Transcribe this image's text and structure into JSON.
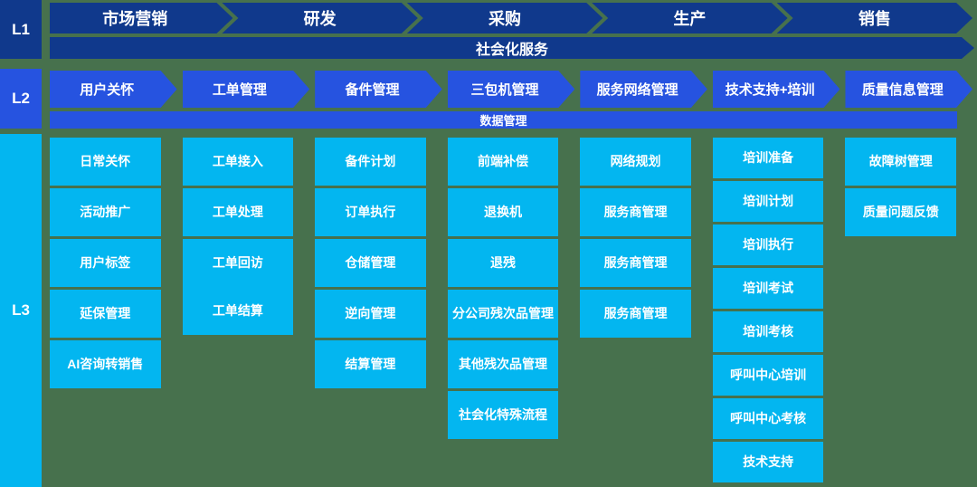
{
  "palette": {
    "bg": "#47714d",
    "navy": "#10398c",
    "blue": "#2653e0",
    "cyan": "#03b6f0",
    "text": "#ffffff"
  },
  "levels": {
    "l1": "L1",
    "l2": "L2",
    "l3": "L3"
  },
  "l1_chevrons": [
    "市场营销",
    "研发",
    "采购",
    "生产",
    "销售"
  ],
  "l1_bar": "社会化服务",
  "l2_chevrons": [
    "用户关怀",
    "工单管理",
    "备件管理",
    "三包机管理",
    "服务网络管理",
    "技术支持+培训",
    "质量信息管理"
  ],
  "l2_bar": "数据管理",
  "l3_columns": [
    {
      "parent": "用户关怀",
      "items": [
        {
          "label": "日常关怀"
        },
        {
          "label": "活动推广"
        },
        {
          "label": "用户标签"
        },
        {
          "label": "延保管理"
        },
        {
          "label": "AI咨询转销售"
        }
      ]
    },
    {
      "parent": "工单管理",
      "items": [
        {
          "label": "工单接入"
        },
        {
          "label": "工单处理"
        },
        {
          "label": "工单回访"
        },
        {
          "label": "工单结算",
          "merge_up": true
        }
      ]
    },
    {
      "parent": "备件管理",
      "items": [
        {
          "label": "备件计划"
        },
        {
          "label": "订单执行"
        },
        {
          "label": "仓储管理"
        },
        {
          "label": "逆向管理"
        },
        {
          "label": "结算管理"
        }
      ]
    },
    {
      "parent": "三包机管理",
      "items": [
        {
          "label": "前端补偿"
        },
        {
          "label": "退换机"
        },
        {
          "label": "退残"
        },
        {
          "label": "分公司残次品管理"
        },
        {
          "label": "其他残次品管理"
        },
        {
          "label": "社会化特殊流程"
        }
      ]
    },
    {
      "parent": "服务网络管理",
      "items": [
        {
          "label": "网络规划"
        },
        {
          "label": "服务商管理"
        },
        {
          "label": "服务商管理"
        },
        {
          "label": "服务商管理"
        }
      ]
    },
    {
      "parent": "技术支持+培训",
      "compact": true,
      "items": [
        {
          "label": "培训准备"
        },
        {
          "label": "培训计划"
        },
        {
          "label": "培训执行"
        },
        {
          "label": "培训考试"
        },
        {
          "label": "培训考核"
        },
        {
          "label": "呼叫中心培训"
        },
        {
          "label": "呼叫中心考核"
        },
        {
          "label": "技术支持"
        }
      ]
    },
    {
      "parent": "质量信息管理",
      "items": [
        {
          "label": "故障树管理"
        },
        {
          "label": "质量问题反馈"
        }
      ]
    }
  ]
}
